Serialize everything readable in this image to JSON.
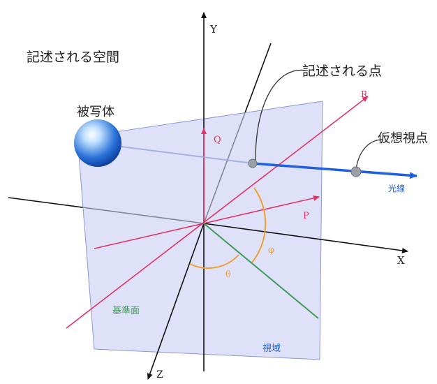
{
  "labels": {
    "space": "記述される空間",
    "point": "記述される点",
    "subject": "被写体",
    "virtual_viewpoint": "仮想視点",
    "light_ray": "光線",
    "reference_plane": "基準面",
    "view_area": "視域",
    "axis_x": "X",
    "axis_y": "Y",
    "axis_z": "Z",
    "axis_p": "P",
    "axis_q": "Q",
    "axis_r": "R",
    "angle_theta": "θ",
    "angle_phi": "φ"
  },
  "colors": {
    "plane_fill": "#c9cff2",
    "plane_stroke": "#8f97cf",
    "axis_black": "#111111",
    "pqr_pink": "#e0336a",
    "light_ray_blue": "#1f5fe0",
    "view_green": "#3f9a57",
    "angle_orange": "#f0a030",
    "sphere_blue": "#2a72d8",
    "text_dark": "#222222"
  }
}
